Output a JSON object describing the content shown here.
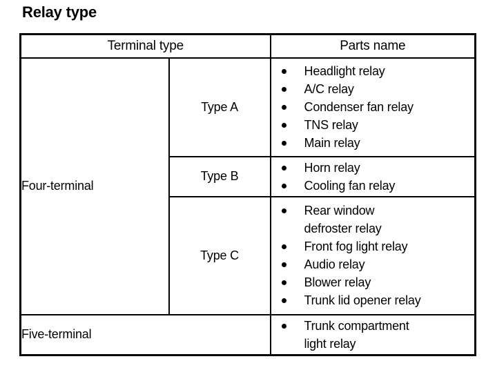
{
  "document": {
    "title": "Relay type",
    "background_color": "#ffffff",
    "text_color": "#000000",
    "border_color": "#000000"
  },
  "table": {
    "headers": {
      "terminal_type": "Terminal type",
      "parts_name": "Parts name"
    },
    "rows": [
      {
        "terminal": "Four-terminal",
        "types": [
          {
            "label": "Type A",
            "parts": [
              "Headlight relay",
              "A/C relay",
              "Condenser fan relay",
              "TNS relay",
              "Main relay"
            ]
          },
          {
            "label": "Type B",
            "parts": [
              "Horn relay",
              "Cooling fan relay"
            ]
          },
          {
            "label": "Type C",
            "parts": [
              "Rear window\ndefroster relay",
              "Front fog light relay",
              "Audio relay",
              "Blower relay",
              "Trunk lid opener relay"
            ]
          }
        ]
      },
      {
        "terminal": "Five-terminal",
        "types": [
          {
            "label": "",
            "parts": [
              "Trunk compartment\nlight relay"
            ]
          }
        ]
      }
    ]
  }
}
